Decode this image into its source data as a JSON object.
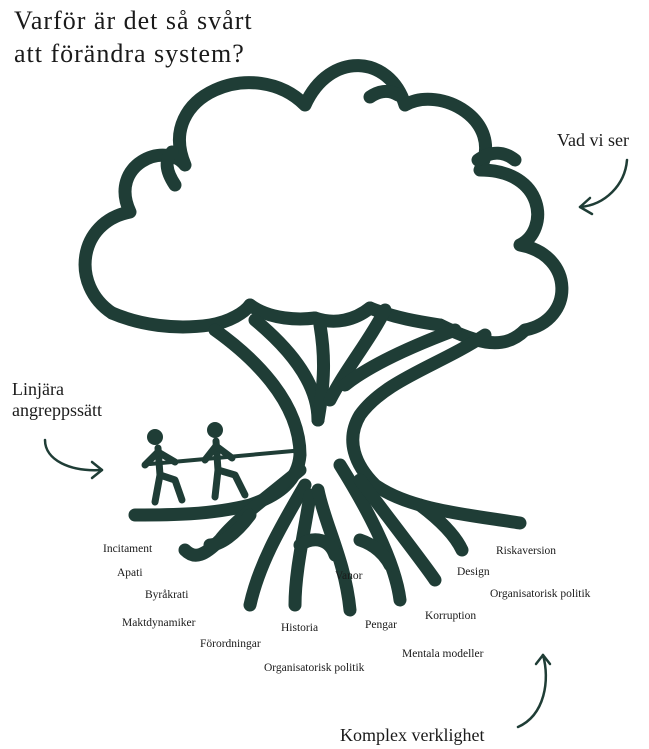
{
  "title": {
    "line1": "Varför är det så svårt",
    "line2": "att förändra system?"
  },
  "annotations": {
    "visible": "Vad vi ser",
    "linear_line1": "Linjära",
    "linear_line2": "angreppssätt",
    "complex": "Komplex verklighet"
  },
  "roots": [
    "Incitament",
    "Apati",
    "Byråkrati",
    "Maktdynamiker",
    "Förordningar",
    "Historia",
    "Organisatorisk politik",
    "Vanor",
    "Pengar",
    "Mentala modeller",
    "Korruption",
    "Design",
    "Riskaversion",
    "Organisatorisk politik"
  ],
  "colors": {
    "tree": "#1f3d36",
    "text": "#1a1a1a"
  }
}
